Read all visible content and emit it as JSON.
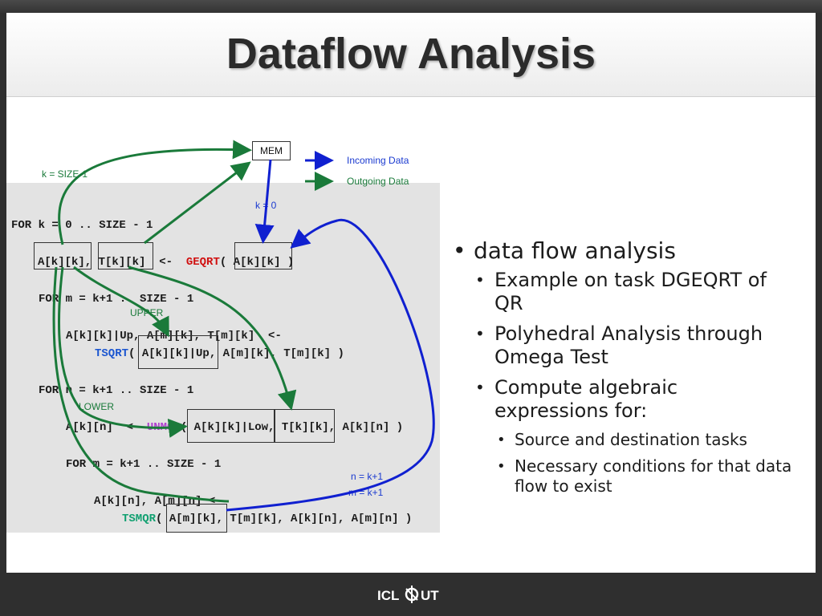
{
  "slide": {
    "title": "Dataflow Analysis",
    "diagram": {
      "mem_label": "MEM",
      "legend": {
        "incoming": "Incoming Data",
        "outgoing": "Outgoing Data"
      },
      "labels": {
        "k_size": "k = SIZE-1",
        "k_zero": "k = 0",
        "upper": "UPPER",
        "lower": "LOWER",
        "n_k1": "n = k+1",
        "m_k1": "m = k+1"
      },
      "code": {
        "line1": "FOR k = 0 .. SIZE - 1",
        "line2_left": "A[k][k], T[k][k]  <-  ",
        "line2_fn": "GEQRT",
        "line2_right": "( A[k][k] )",
        "line3": "FOR m = k+1 .. SIZE - 1",
        "line4": "A[k][k]|Up, A[m][k], T[m][k]  <-",
        "line5_fn": "TSQRT",
        "line5_args": "( A[k][k]|Up, A[m][k], T[m][k] )",
        "line6": "FOR n = k+1 .. SIZE - 1",
        "line7_left": "A[k][n]  <- ",
        "line7_fn": "UNMQR",
        "line7_args": "( A[k][k]|Low, T[k][k], A[k][n] )",
        "line8": "FOR m = k+1 .. SIZE - 1",
        "line9": "A[k][n], A[m][n] <-",
        "line10_fn": "TSMQR",
        "line10_args": "( A[m][k], T[m][k], A[k][n], A[m][n] )"
      }
    },
    "bullets": {
      "level1": "data flow analysis",
      "level2": [
        "Example on task DGEQRT of QR",
        "Polyhedral Analysis through Omega Test",
        "Compute algebraic expressions for:"
      ],
      "level3": [
        "Source and destination tasks",
        "Necessary conditions for that data flow to exist"
      ]
    },
    "footer": {
      "logo": "ICL UT"
    },
    "colors": {
      "incoming": "#1020d0",
      "outgoing": "#1a7a3a"
    }
  }
}
